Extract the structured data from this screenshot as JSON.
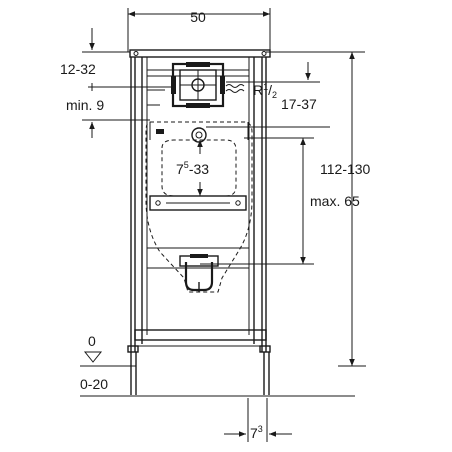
{
  "labels": {
    "frame_width": "50",
    "top_offset": "12-32",
    "min_depth": "min. 9",
    "pipe_thread_base": "R",
    "pipe_thread_sup": "1",
    "pipe_thread_sub": "2",
    "inlet_range": "17-37",
    "bowl_range_base": "7",
    "bowl_range_sup": "5",
    "bowl_range_rest": "-33",
    "total_height": "112-130",
    "max_height": "max. 65",
    "floor_zero": "0",
    "floor_range": "0-20",
    "foot_base": "7",
    "foot_sup": "3"
  }
}
